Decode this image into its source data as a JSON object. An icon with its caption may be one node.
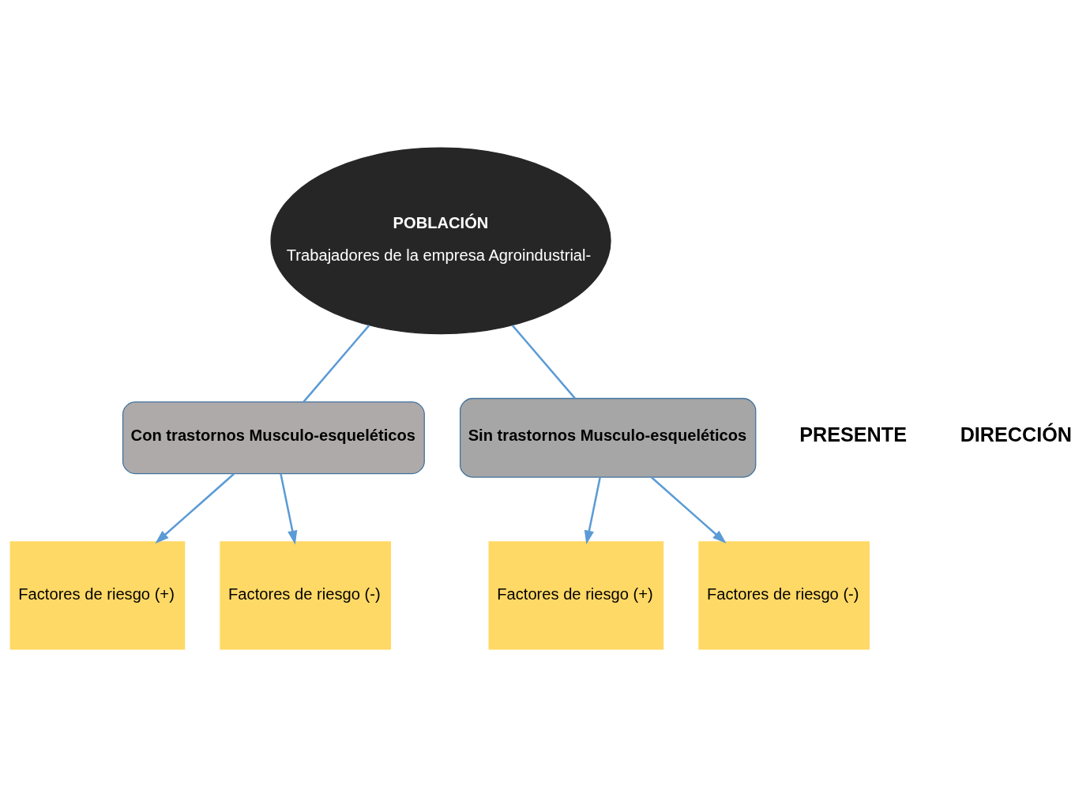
{
  "diagram": {
    "nodes": [
      {
        "text": [
          "POBLACIÓN",
          "Trabajadores de la empresa Agroindustrial-"
        ]
      },
      {
        "text": [
          "Con trastornos Musculo-esqueléticos"
        ]
      },
      {
        "text": [
          "Sin trastornos Musculo-esqueléticos"
        ]
      },
      {
        "text": [
          "Factores de riesgo (+)"
        ]
      },
      {
        "text": [
          "Factores de riesgo (-)"
        ]
      },
      {
        "text": [
          "Factores de riesgo (+)"
        ]
      },
      {
        "text": [
          "Factores de riesgo (-)"
        ]
      }
    ],
    "edges": [
      {
        "from": 0,
        "to": 1,
        "arrow": "none"
      },
      {
        "from": 0,
        "to": 2,
        "arrow": "none"
      },
      {
        "from": 1,
        "to": 3,
        "arrow": "to"
      },
      {
        "from": 1,
        "to": 4,
        "arrow": "to"
      },
      {
        "from": 2,
        "to": 5,
        "arrow": "to"
      },
      {
        "from": 2,
        "to": 6,
        "arrow": "to"
      }
    ],
    "labels": [
      "PRESENTE",
      "DIRECCIÓN"
    ]
  }
}
